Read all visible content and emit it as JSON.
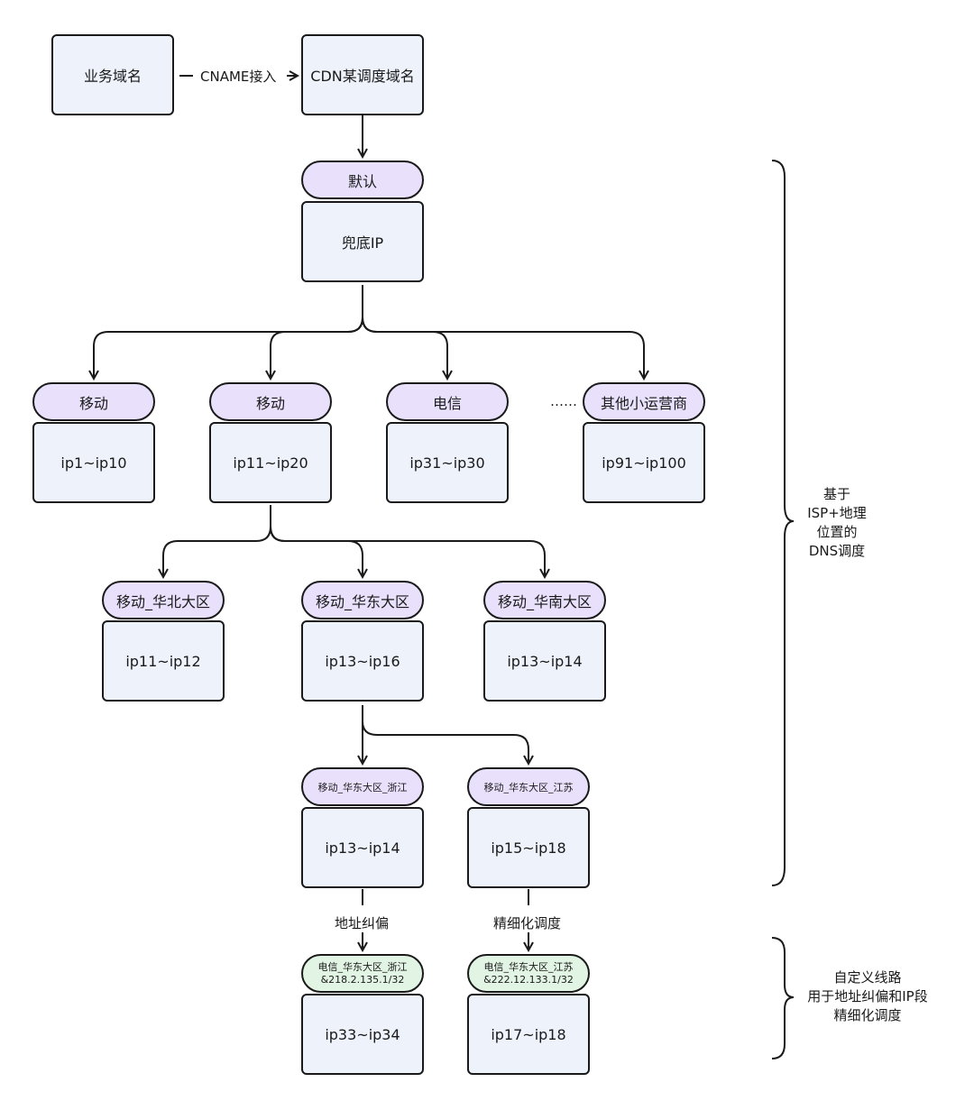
{
  "top": {
    "business_domain": "业务域名",
    "cname_label": "CNAME接入",
    "cdn_domain": "CDN某调度域名"
  },
  "default": {
    "tag": "默认",
    "box": "兜底IP"
  },
  "isp": [
    {
      "tag": "移动",
      "range": "ip1~ip10"
    },
    {
      "tag": "移动",
      "range": "ip11~ip20"
    },
    {
      "tag": "电信",
      "range": "ip31~ip30"
    },
    {
      "tag": "其他小运营商",
      "range": "ip91~ip100"
    }
  ],
  "isp_ellipsis": "……",
  "regions": [
    {
      "tag": "移动_华北大区",
      "range": "ip11~ip12"
    },
    {
      "tag": "移动_华东大区",
      "range": "ip13~ip16"
    },
    {
      "tag": "移动_华南大区",
      "range": "ip13~ip14"
    }
  ],
  "provinces": [
    {
      "tag": "移动_华东大区_浙江",
      "range": "ip13~ip14"
    },
    {
      "tag": "移动_华东大区_江苏",
      "range": "ip15~ip18"
    }
  ],
  "adjust_labels": [
    "地址纠偏",
    "精细化调度"
  ],
  "custom": [
    {
      "tag_line1": "电信_华东大区_浙江",
      "tag_line2": "&218.2.135.1/32",
      "range": "ip33~ip34"
    },
    {
      "tag_line1": "电信_华东大区_江苏",
      "tag_line2": "&222.12.133.1/32",
      "range": "ip17~ip18"
    }
  ],
  "brace_labels": {
    "upper": [
      "基于",
      "ISP+地理",
      "位置的",
      "DNS调度"
    ],
    "lower": [
      "自定义线路",
      "用于地址纠偏和IP段",
      "精细化调度"
    ]
  },
  "colors": {
    "box_fill": "#eef2fb",
    "pill_fill": "#e9e0fb",
    "custom_pill_fill": "#e2f4e4",
    "stroke": "#1a1a1a"
  }
}
